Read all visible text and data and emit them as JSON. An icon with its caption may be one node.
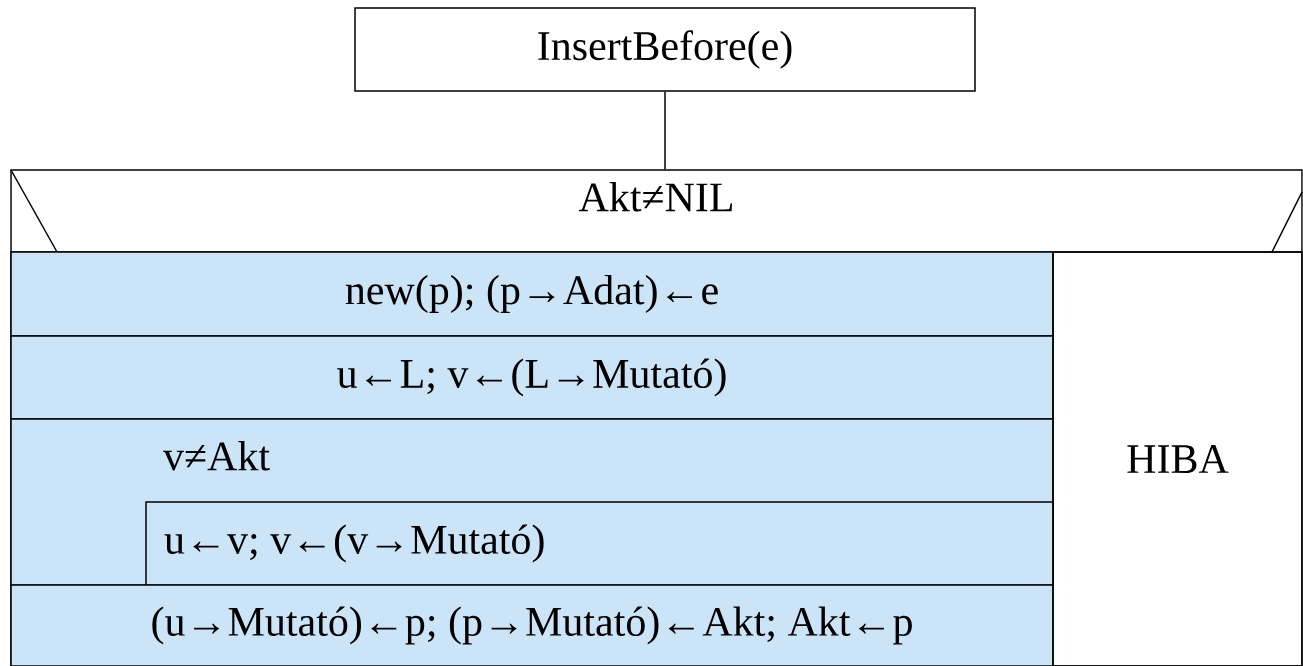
{
  "diagram": {
    "nodes": [
      {
        "text": [
          "InsertBefore(e)"
        ]
      },
      {
        "text": [
          "Akt≠NIL"
        ]
      },
      {
        "text": [
          "new(p); (p→Adat)←e"
        ],
        "in": 1
      },
      {
        "text": [
          "u←L; v←(L→Mutató)"
        ],
        "in": 1
      },
      {
        "text": [
          "v≠Akt"
        ],
        "in": 1
      },
      {
        "text": [
          "u←v; v←(v→Mutató)"
        ],
        "in": 4
      },
      {
        "text": [
          "(u→Mutató)←p; (p→Mutató)←Akt; Akt←p"
        ],
        "in": 1
      },
      {
        "text": [
          "HIBA"
        ],
        "in": 1
      }
    ],
    "edges": [
      {
        "from": 0,
        "to": 1,
        "arrow": "none"
      }
    ]
  }
}
